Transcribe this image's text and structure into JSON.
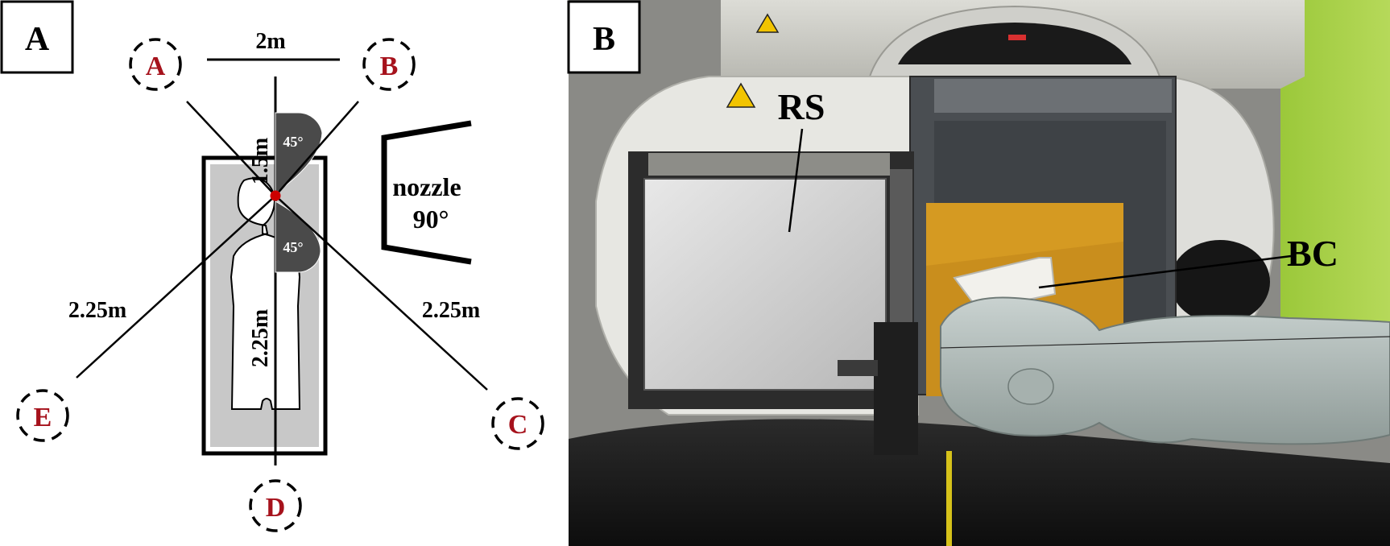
{
  "panel_a": {
    "tag": "A",
    "stations": [
      {
        "id": "A",
        "label": "A"
      },
      {
        "id": "B",
        "label": "B"
      },
      {
        "id": "C",
        "label": "C"
      },
      {
        "id": "D",
        "label": "D"
      },
      {
        "id": "E",
        "label": "E"
      }
    ],
    "distances": {
      "ab_span": "2m",
      "vertical_top": "1.5m",
      "vertical_down": "2.25m",
      "to_e": "2.25m",
      "to_c": "2.25m"
    },
    "angles": {
      "upper": "45°",
      "lower": "45°"
    },
    "nozzle": {
      "line1": "nozzle",
      "line2": "90°"
    },
    "colors": {
      "station_label": "#a6121c",
      "isocenter": "#cc0000",
      "couch": "#c8c8c8",
      "sector": "#4a4a4a"
    }
  },
  "panel_b": {
    "tag": "B",
    "labels": {
      "range_shifter": "RS",
      "bolus": "BC"
    }
  }
}
